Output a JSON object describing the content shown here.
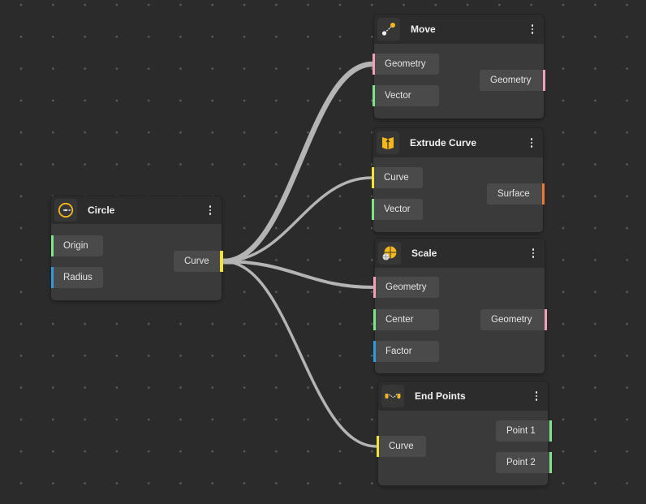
{
  "colors": {
    "background": "#2b2b2b",
    "node_body": "#3a3a3a",
    "node_header": "#2c2c2c",
    "port_bg": "#4a4a4a",
    "wire": "#b4b4b4",
    "socket_geometry": "#f2a0b8",
    "socket_vector": "#7ee38a",
    "socket_float": "#2e9be0",
    "socket_curve": "#f2e23a",
    "socket_surface": "#e87a35",
    "socket_point": "#7ee38a",
    "icon_accent": "#f4b81c"
  },
  "nodes": {
    "circle": {
      "title": "Circle",
      "icon": "circle-icon",
      "inputs": [
        {
          "label": "Origin",
          "type": "vector"
        },
        {
          "label": "Radius",
          "type": "float"
        }
      ],
      "outputs": [
        {
          "label": "Curve",
          "type": "curve"
        }
      ]
    },
    "move": {
      "title": "Move",
      "icon": "move-icon",
      "inputs": [
        {
          "label": "Geometry",
          "type": "geometry"
        },
        {
          "label": "Vector",
          "type": "vector"
        }
      ],
      "outputs": [
        {
          "label": "Geometry",
          "type": "geometry"
        }
      ]
    },
    "extrude_curve": {
      "title": "Extrude Curve",
      "icon": "extrude-icon",
      "inputs": [
        {
          "label": "Curve",
          "type": "curve"
        },
        {
          "label": "Vector",
          "type": "vector"
        }
      ],
      "outputs": [
        {
          "label": "Surface",
          "type": "surface"
        }
      ]
    },
    "scale": {
      "title": "Scale",
      "icon": "scale-icon",
      "inputs": [
        {
          "label": "Geometry",
          "type": "geometry"
        },
        {
          "label": "Center",
          "type": "vector"
        },
        {
          "label": "Factor",
          "type": "float"
        }
      ],
      "outputs": [
        {
          "label": "Geometry",
          "type": "geometry"
        }
      ]
    },
    "end_points": {
      "title": "End Points",
      "icon": "end-points-icon",
      "inputs": [
        {
          "label": "Curve",
          "type": "curve"
        }
      ],
      "outputs": [
        {
          "label": "Point 1",
          "type": "point"
        },
        {
          "label": "Point 2",
          "type": "point"
        }
      ]
    }
  },
  "connections": [
    {
      "from": "Circle.Curve",
      "to": "Move.Geometry"
    },
    {
      "from": "Circle.Curve",
      "to": "Extrude Curve.Curve"
    },
    {
      "from": "Circle.Curve",
      "to": "Scale.Geometry"
    },
    {
      "from": "Circle.Curve",
      "to": "End Points.Curve"
    }
  ]
}
